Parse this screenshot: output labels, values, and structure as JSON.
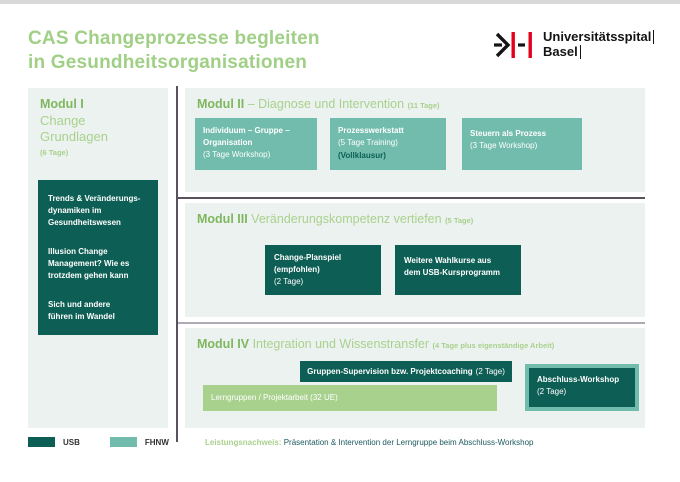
{
  "header": {
    "title": "CAS Changeprozesse begleiten\nin Gesundheitsorganisationen",
    "logo": {
      "line1": "Universitätsspital",
      "line2": "Basel"
    }
  },
  "modul1": {
    "label": "Modul I",
    "subtitle": "Change\nGrundlagen",
    "duration": "(6 Tage)",
    "topics": [
      "Trends & Veränderungs-\ndynamiken im\nGesundheitswesen",
      "Illusion Change\nManagement? Wie es\ntrotzdem gehen kann",
      "Sich und andere\nführen im Wandel"
    ]
  },
  "modul2": {
    "label": "Modul II",
    "subtitle": "– Diagnose und Intervention",
    "duration": "(11 Tage)",
    "boxes": [
      {
        "title": "Individuum – Gruppe –\nOrganisation",
        "sub": "(3 Tage Workshop)",
        "note": ""
      },
      {
        "title": "Prozesswerkstatt",
        "sub": "(5 Tage Training)",
        "note": "(Vollklausur)"
      },
      {
        "title": "Steuern als Prozess",
        "sub": "(3 Tage Workshop)",
        "note": ""
      }
    ]
  },
  "modul3": {
    "label": "Modul III",
    "subtitle": "Veränderungskompetenz vertiefen",
    "duration": "(5 Tage)",
    "boxes": [
      {
        "title": "Change-Planspiel\n(empfohlen)",
        "sub": "(2 Tage)"
      },
      {
        "title": "Weitere Wahlkurse aus\ndem USB-Kursprogramm",
        "sub": ""
      }
    ]
  },
  "modul4": {
    "label": "Modul IV",
    "subtitle": "Integration und Wissenstransfer",
    "duration": "(4 Tage plus eigenständige Arbeit)",
    "supervision": {
      "title": "Gruppen-Supervision bzw. Projektcoaching",
      "sub": "(2 Tage)"
    },
    "lerngruppen": "Lerngruppen / Projektarbeit (32 UE)",
    "abschluss": {
      "title": "Abschluss-Workshop",
      "sub": "(2 Tage)"
    }
  },
  "legend": [
    {
      "label": "USB",
      "color": "#0d5e54"
    },
    {
      "label": "FHNW",
      "color": "#71bcac"
    }
  ],
  "footer": {
    "label": "Leistungsnachweis:",
    "text": "Präsentation & Intervention der Lerngruppe beim Abschluss-Workshop"
  },
  "colors": {
    "title_green": "#a0cf86",
    "light_green": "#a9d18e",
    "module_label_green": "#7fb75f",
    "dark_teal": "#0d5e54",
    "teal": "#71bcac",
    "panel_bg": "#ecf2ef",
    "divider_dark": "#59525e",
    "divider_light": "#b0aab4",
    "logo_red": "#e3001b"
  }
}
